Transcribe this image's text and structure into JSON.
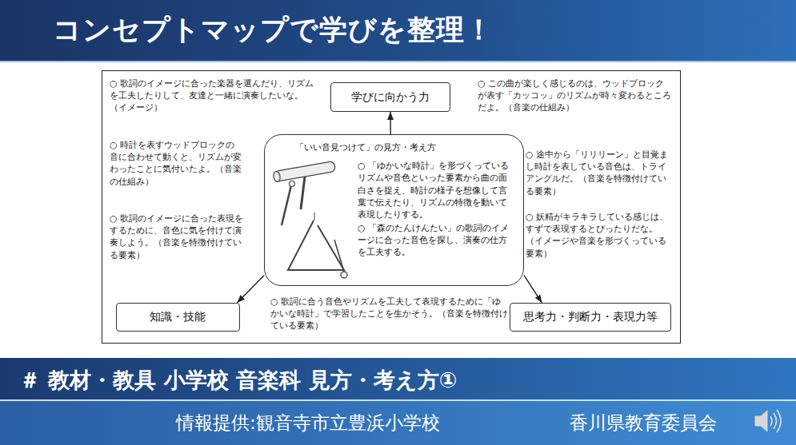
{
  "diagram": {
    "title": "コンセプトマップで学びを整理！",
    "nodes": [
      {
        "text": [
          "学びに向かう力"
        ]
      },
      {
        "text": [
          "「いい音見つけて」の見方・考え方",
          "○ 「ゆかいな時計」を形づくっているリズムや音色といった要素から曲の面白さを捉え、時計の様子を想像して言葉で伝えたり、リズムの特徴を動いて表現したりする。",
          "○ 「森のたんけんたい」の歌詞のイメージに合った音色を探し、演奏の仕方を工夫する。"
        ]
      },
      {
        "text": [
          "知識・技能"
        ]
      },
      {
        "text": [
          "思考力・判断力・表現力等"
        ]
      }
    ],
    "edges": [
      {
        "from": 1,
        "to": 0,
        "arrow": "to"
      },
      {
        "from": 1,
        "to": 2,
        "arrow": "to"
      },
      {
        "from": 1,
        "to": 3,
        "arrow": "to"
      }
    ],
    "labels": [
      "○ 歌詞のイメージに合った楽器を選んだり、リズムを工夫したりして、友達と一緒に演奏したいな。（イメージ）",
      "○ 時計を表すウッドブロックの音に合わせて動くと、リズムが変わったことに気付いたよ。（音楽の仕組み）",
      "○ 歌詞のイメージに合った表現をするために、音色に気を付けて演奏しよう。（音楽を特徴付けている要素）",
      "○ この曲が楽しく感じるのは、ウッドブロックが表す「カッコッ」のリズムが時々変わるところだよ。（音楽の仕組み）",
      "○ 途中から「リリリーン」と目覚まし時計を表している音色は、トライアングルだ。（音楽を特徴付けている要素）",
      "○ 妖精がキラキラしている感じは、すずで表現するとぴったりだな。（イメージや音楽を形づくっている要素）",
      "○ 歌詞に合う音色やリズムを工夫して表現するために「ゆかいな時計」で学習したことを生かそう。（音楽を特徴付けている要素）",
      "＃ 教材・教具 小学校 音楽科 見方・考え方①",
      "情報提供:観音寺市立豊浜小学校",
      "香川県教育委員会"
    ]
  }
}
